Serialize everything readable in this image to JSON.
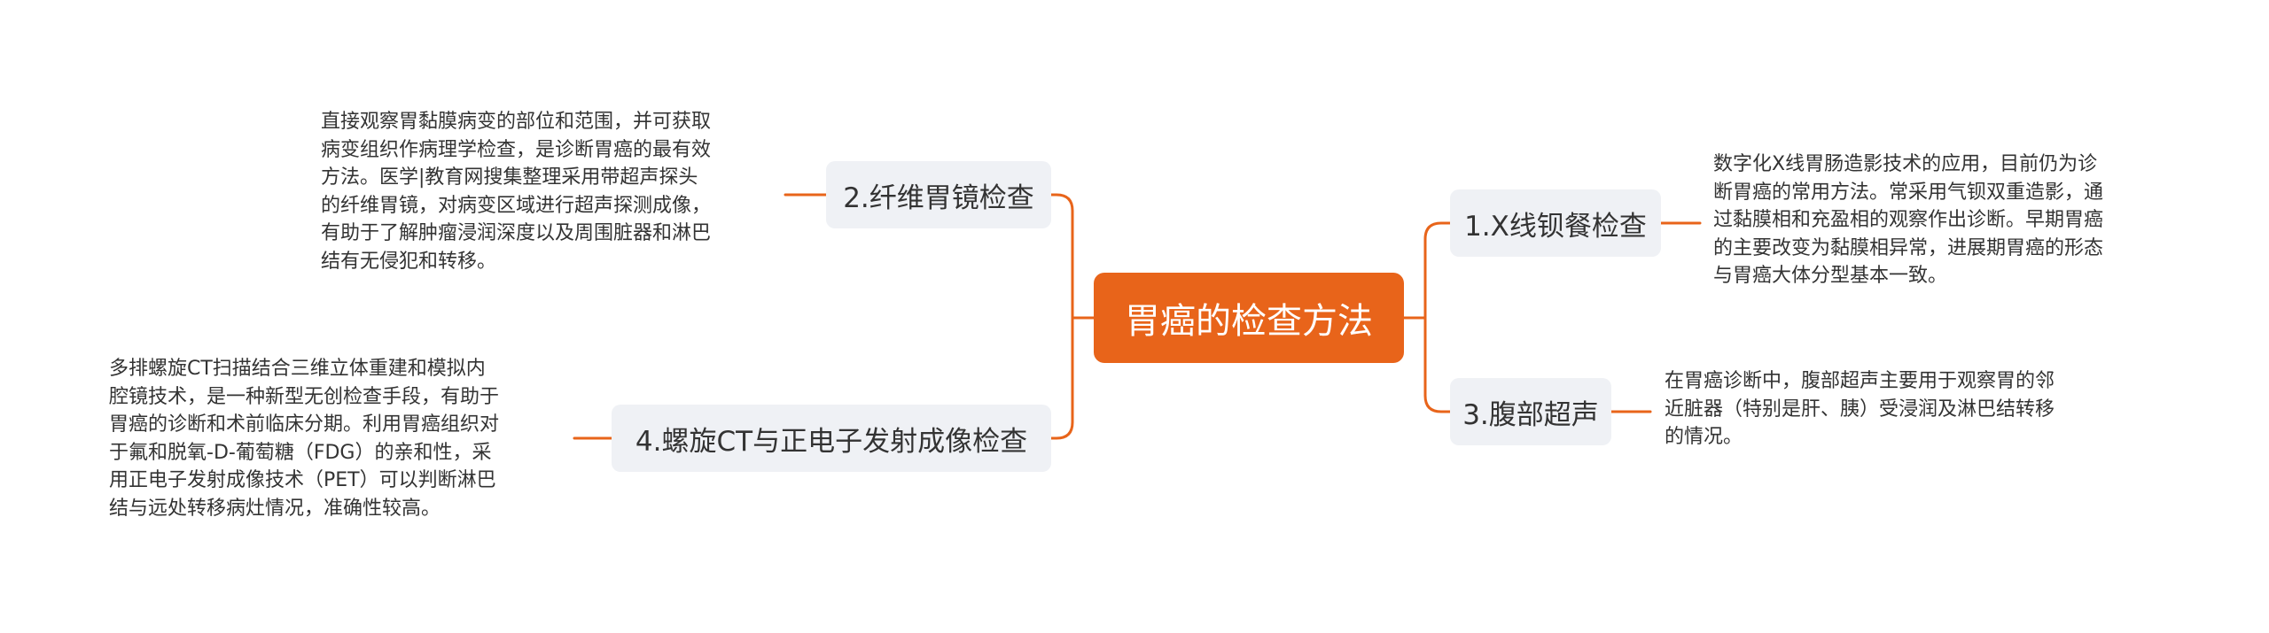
{
  "theme": {
    "accent": "#e8641a",
    "branch_bg": "#eff1f5",
    "text": "#333333"
  },
  "root": {
    "label": "胃癌的检查方法"
  },
  "branches": [
    {
      "label": "1.X线钡餐检查",
      "detail": "数字化X线胃肠造影技术的应用，目前仍为诊\n断胃癌的常用方法。常采用气钡双重造影，通\n过黏膜相和充盈相的观察作出诊断。早期胃癌\n的主要改变为黏膜相异常，进展期胃癌的形态\n与胃癌大体分型基本一致。"
    },
    {
      "label": "2.纤维胃镜检查",
      "detail": "直接观察胃黏膜病变的部位和范围，并可获取\n病变组织作病理学检查，是诊断胃癌的最有效\n方法。医学|教育网搜集整理采用带超声探头\n的纤维胃镜，对病变区域进行超声探测成像，\n有助于了解肿瘤浸润深度以及周围脏器和淋巴\n结有无侵犯和转移。"
    },
    {
      "label": "3.腹部超声",
      "detail": "在胃癌诊断中，腹部超声主要用于观察胃的邻\n近脏器（特别是肝、胰）受浸润及淋巴结转移\n的情况。"
    },
    {
      "label": "4.螺旋CT与正电子发射成像检查",
      "detail": "多排螺旋CT扫描结合三维立体重建和模拟内\n腔镜技术，是一种新型无创检查手段，有助于\n胃癌的诊断和术前临床分期。利用胃癌组织对\n于氟和脱氧-D-葡萄糖（FDG）的亲和性，采\n用正电子发射成像技术（PET）可以判断淋巴\n结与远处转移病灶情况，准确性较高。"
    }
  ]
}
